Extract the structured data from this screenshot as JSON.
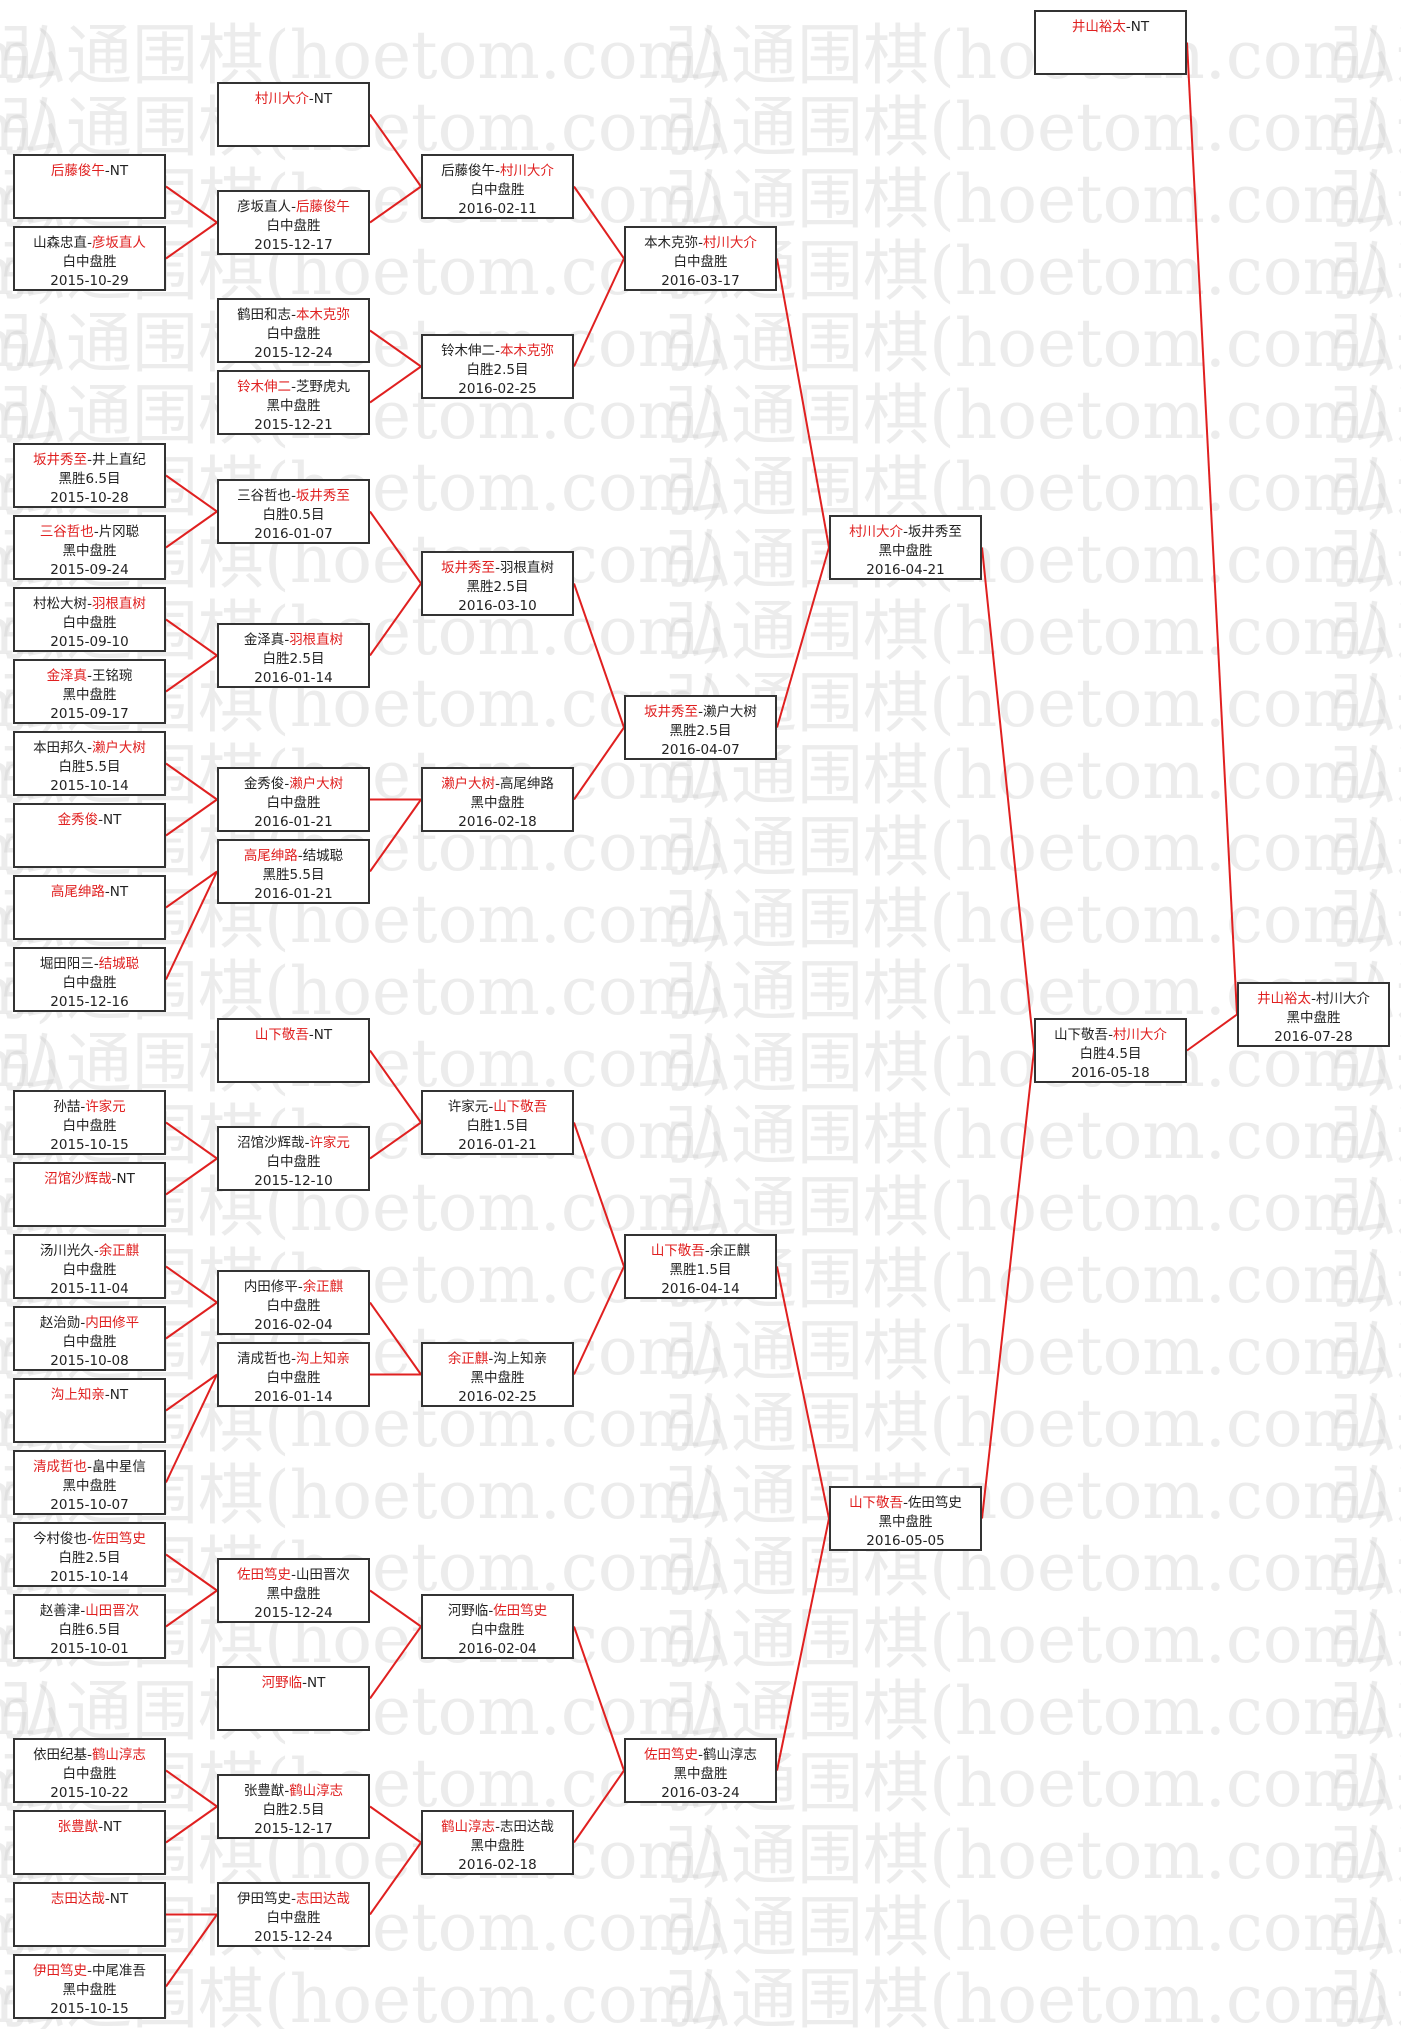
{
  "watermark": "弘通围棋(hoetom.com)",
  "colors": {
    "winner": "#e02020",
    "line": "#e02020",
    "border": "#333333",
    "text": "#222222"
  },
  "bracket": [
    {
      "id": "n0",
      "p1": "后藤俊午",
      "p2": "NT",
      "winner": 1,
      "result": "",
      "date": ""
    },
    {
      "id": "n1",
      "p1": "山森忠直",
      "p2": "彦坂直人",
      "winner": 2,
      "result": "白中盘胜",
      "date": "2015-10-29"
    },
    {
      "id": "n2",
      "p1": "坂井秀至",
      "p2": "井上直纪",
      "winner": 1,
      "result": "黑胜6.5目",
      "date": "2015-10-28"
    },
    {
      "id": "n3",
      "p1": "三谷哲也",
      "p2": "片冈聪",
      "winner": 1,
      "result": "黑中盘胜",
      "date": "2015-09-24"
    },
    {
      "id": "n4",
      "p1": "村松大树",
      "p2": "羽根直树",
      "winner": 2,
      "result": "白中盘胜",
      "date": "2015-09-10"
    },
    {
      "id": "n5",
      "p1": "金泽真",
      "p2": "王铭琬",
      "winner": 1,
      "result": "黑中盘胜",
      "date": "2015-09-17"
    },
    {
      "id": "n6",
      "p1": "本田邦久",
      "p2": "濑户大树",
      "winner": 2,
      "result": "白胜5.5目",
      "date": "2015-10-14"
    },
    {
      "id": "n7",
      "p1": "金秀俊",
      "p2": "NT",
      "winner": 1,
      "result": "",
      "date": ""
    },
    {
      "id": "n8",
      "p1": "高尾绅路",
      "p2": "NT",
      "winner": 1,
      "result": "",
      "date": ""
    },
    {
      "id": "n9",
      "p1": "堀田阳三",
      "p2": "结城聪",
      "winner": 2,
      "result": "白中盘胜",
      "date": "2015-12-16"
    },
    {
      "id": "n10",
      "p1": "孙喆",
      "p2": "许家元",
      "winner": 2,
      "result": "白中盘胜",
      "date": "2015-10-15"
    },
    {
      "id": "n11",
      "p1": "沼馆沙辉哉",
      "p2": "NT",
      "winner": 1,
      "result": "",
      "date": ""
    },
    {
      "id": "n12",
      "p1": "汤川光久",
      "p2": "余正麒",
      "winner": 2,
      "result": "白中盘胜",
      "date": "2015-11-04"
    },
    {
      "id": "n13",
      "p1": "赵治勋",
      "p2": "内田修平",
      "winner": 2,
      "result": "白中盘胜",
      "date": "2015-10-08"
    },
    {
      "id": "n14",
      "p1": "沟上知亲",
      "p2": "NT",
      "winner": 1,
      "result": "",
      "date": ""
    },
    {
      "id": "n15",
      "p1": "清成哲也",
      "p2": "畠中星信",
      "winner": 1,
      "result": "黑中盘胜",
      "date": "2015-10-07"
    },
    {
      "id": "n16",
      "p1": "今村俊也",
      "p2": "佐田笃史",
      "winner": 2,
      "result": "白胜2.5目",
      "date": "2015-10-14"
    },
    {
      "id": "n17",
      "p1": "赵善津",
      "p2": "山田晋次",
      "winner": 2,
      "result": "白胜6.5目",
      "date": "2015-10-01"
    },
    {
      "id": "n18",
      "p1": "依田纪基",
      "p2": "鹤山淳志",
      "winner": 2,
      "result": "白中盘胜",
      "date": "2015-10-22"
    },
    {
      "id": "n19",
      "p1": "张豊猷",
      "p2": "NT",
      "winner": 1,
      "result": "",
      "date": ""
    },
    {
      "id": "n20",
      "p1": "志田达哉",
      "p2": "NT",
      "winner": 1,
      "result": "",
      "date": ""
    },
    {
      "id": "n21",
      "p1": "伊田笃史",
      "p2": "中尾准吾",
      "winner": 1,
      "result": "黑中盘胜",
      "date": "2015-10-15"
    },
    {
      "id": "n22",
      "p1": "村川大介",
      "p2": "NT",
      "winner": 1,
      "result": "",
      "date": ""
    },
    {
      "id": "n23",
      "p1": "彦坂直人",
      "p2": "后藤俊午",
      "winner": 2,
      "result": "白中盘胜",
      "date": "2015-12-17"
    },
    {
      "id": "n24",
      "p1": "鹤田和志",
      "p2": "本木克弥",
      "winner": 2,
      "result": "白中盘胜",
      "date": "2015-12-24"
    },
    {
      "id": "n25",
      "p1": "铃木伸二",
      "p2": "芝野虎丸",
      "winner": 1,
      "result": "黑中盘胜",
      "date": "2015-12-21"
    },
    {
      "id": "n26",
      "p1": "三谷哲也",
      "p2": "坂井秀至",
      "winner": 2,
      "result": "白胜0.5目",
      "date": "2016-01-07"
    },
    {
      "id": "n27",
      "p1": "金泽真",
      "p2": "羽根直树",
      "winner": 2,
      "result": "白胜2.5目",
      "date": "2016-01-14"
    },
    {
      "id": "n28",
      "p1": "金秀俊",
      "p2": "濑户大树",
      "winner": 2,
      "result": "白中盘胜",
      "date": "2016-01-21"
    },
    {
      "id": "n29",
      "p1": "高尾绅路",
      "p2": "结城聪",
      "winner": 1,
      "result": "黑胜5.5目",
      "date": "2016-01-21"
    },
    {
      "id": "n30",
      "p1": "山下敬吾",
      "p2": "NT",
      "winner": 1,
      "result": "",
      "date": ""
    },
    {
      "id": "n31",
      "p1": "沼馆沙辉哉",
      "p2": "许家元",
      "winner": 2,
      "result": "白中盘胜",
      "date": "2015-12-10"
    },
    {
      "id": "n32",
      "p1": "内田修平",
      "p2": "余正麒",
      "winner": 2,
      "result": "白中盘胜",
      "date": "2016-02-04"
    },
    {
      "id": "n33",
      "p1": "清成哲也",
      "p2": "沟上知亲",
      "winner": 2,
      "result": "白中盘胜",
      "date": "2016-01-14"
    },
    {
      "id": "n34",
      "p1": "佐田笃史",
      "p2": "山田晋次",
      "winner": 1,
      "result": "黑中盘胜",
      "date": "2015-12-24"
    },
    {
      "id": "n35",
      "p1": "河野临",
      "p2": "NT",
      "winner": 1,
      "result": "",
      "date": ""
    },
    {
      "id": "n36",
      "p1": "张豊猷",
      "p2": "鹤山淳志",
      "winner": 2,
      "result": "白胜2.5目",
      "date": "2015-12-17"
    },
    {
      "id": "n37",
      "p1": "伊田笃史",
      "p2": "志田达哉",
      "winner": 2,
      "result": "白中盘胜",
      "date": "2015-12-24"
    },
    {
      "id": "n38",
      "p1": "后藤俊午",
      "p2": "村川大介",
      "winner": 2,
      "result": "白中盘胜",
      "date": "2016-02-11"
    },
    {
      "id": "n39",
      "p1": "铃木伸二",
      "p2": "本木克弥",
      "winner": 2,
      "result": "白胜2.5目",
      "date": "2016-02-25"
    },
    {
      "id": "n40",
      "p1": "坂井秀至",
      "p2": "羽根直树",
      "winner": 1,
      "result": "黑胜2.5目",
      "date": "2016-03-10"
    },
    {
      "id": "n41",
      "p1": "濑户大树",
      "p2": "高尾绅路",
      "winner": 1,
      "result": "黑中盘胜",
      "date": "2016-02-18"
    },
    {
      "id": "n42",
      "p1": "许家元",
      "p2": "山下敬吾",
      "winner": 2,
      "result": "白胜1.5目",
      "date": "2016-01-21"
    },
    {
      "id": "n43",
      "p1": "余正麒",
      "p2": "沟上知亲",
      "winner": 1,
      "result": "黑中盘胜",
      "date": "2016-02-25"
    },
    {
      "id": "n44",
      "p1": "河野临",
      "p2": "佐田笃史",
      "winner": 2,
      "result": "白中盘胜",
      "date": "2016-02-04"
    },
    {
      "id": "n45",
      "p1": "鹤山淳志",
      "p2": "志田达哉",
      "winner": 1,
      "result": "黑中盘胜",
      "date": "2016-02-18"
    },
    {
      "id": "n46",
      "p1": "本木克弥",
      "p2": "村川大介",
      "winner": 2,
      "result": "白中盘胜",
      "date": "2016-03-17"
    },
    {
      "id": "n47",
      "p1": "坂井秀至",
      "p2": "濑户大树",
      "winner": 1,
      "result": "黑胜2.5目",
      "date": "2016-04-07"
    },
    {
      "id": "n48",
      "p1": "山下敬吾",
      "p2": "余正麒",
      "winner": 1,
      "result": "黑胜1.5目",
      "date": "2016-04-14"
    },
    {
      "id": "n49",
      "p1": "佐田笃史",
      "p2": "鹤山淳志",
      "winner": 1,
      "result": "黑中盘胜",
      "date": "2016-03-24"
    },
    {
      "id": "n50",
      "p1": "村川大介",
      "p2": "坂井秀至",
      "winner": 1,
      "result": "黑中盘胜",
      "date": "2016-04-21"
    },
    {
      "id": "n51",
      "p1": "山下敬吾",
      "p2": "佐田笃史",
      "winner": 1,
      "result": "黑中盘胜",
      "date": "2016-05-05"
    },
    {
      "id": "n52",
      "p1": "山下敬吾",
      "p2": "村川大介",
      "winner": 2,
      "result": "白胜4.5目",
      "date": "2016-05-18"
    },
    {
      "id": "n53",
      "p1": "井山裕太",
      "p2": "NT",
      "winner": 1,
      "result": "",
      "date": ""
    },
    {
      "id": "n54",
      "p1": "井山裕太",
      "p2": "村川大介",
      "winner": 1,
      "result": "黑中盘胜",
      "date": "2016-07-28"
    }
  ],
  "connections": [
    [
      "n0",
      "n23"
    ],
    [
      "n1",
      "n23"
    ],
    [
      "n2",
      "n26"
    ],
    [
      "n3",
      "n26"
    ],
    [
      "n4",
      "n27"
    ],
    [
      "n5",
      "n27"
    ],
    [
      "n6",
      "n28"
    ],
    [
      "n7",
      "n28"
    ],
    [
      "n8",
      "n29"
    ],
    [
      "n9",
      "n29"
    ],
    [
      "n10",
      "n31"
    ],
    [
      "n11",
      "n31"
    ],
    [
      "n12",
      "n32"
    ],
    [
      "n13",
      "n32"
    ],
    [
      "n14",
      "n33"
    ],
    [
      "n15",
      "n33"
    ],
    [
      "n16",
      "n34"
    ],
    [
      "n17",
      "n34"
    ],
    [
      "n18",
      "n36"
    ],
    [
      "n19",
      "n36"
    ],
    [
      "n20",
      "n37"
    ],
    [
      "n21",
      "n37"
    ],
    [
      "n22",
      "n38"
    ],
    [
      "n23",
      "n38"
    ],
    [
      "n24",
      "n39"
    ],
    [
      "n25",
      "n39"
    ],
    [
      "n26",
      "n40"
    ],
    [
      "n27",
      "n40"
    ],
    [
      "n28",
      "n41"
    ],
    [
      "n29",
      "n41"
    ],
    [
      "n30",
      "n42"
    ],
    [
      "n31",
      "n42"
    ],
    [
      "n32",
      "n43"
    ],
    [
      "n33",
      "n43"
    ],
    [
      "n34",
      "n44"
    ],
    [
      "n35",
      "n44"
    ],
    [
      "n36",
      "n45"
    ],
    [
      "n37",
      "n45"
    ],
    [
      "n38",
      "n46"
    ],
    [
      "n39",
      "n46"
    ],
    [
      "n40",
      "n47"
    ],
    [
      "n41",
      "n47"
    ],
    [
      "n42",
      "n48"
    ],
    [
      "n43",
      "n48"
    ],
    [
      "n44",
      "n49"
    ],
    [
      "n45",
      "n49"
    ],
    [
      "n46",
      "n50"
    ],
    [
      "n47",
      "n50"
    ],
    [
      "n48",
      "n51"
    ],
    [
      "n49",
      "n51"
    ],
    [
      "n50",
      "n52"
    ],
    [
      "n51",
      "n52"
    ],
    [
      "n52",
      "n54"
    ],
    [
      "n53",
      "n54"
    ]
  ]
}
